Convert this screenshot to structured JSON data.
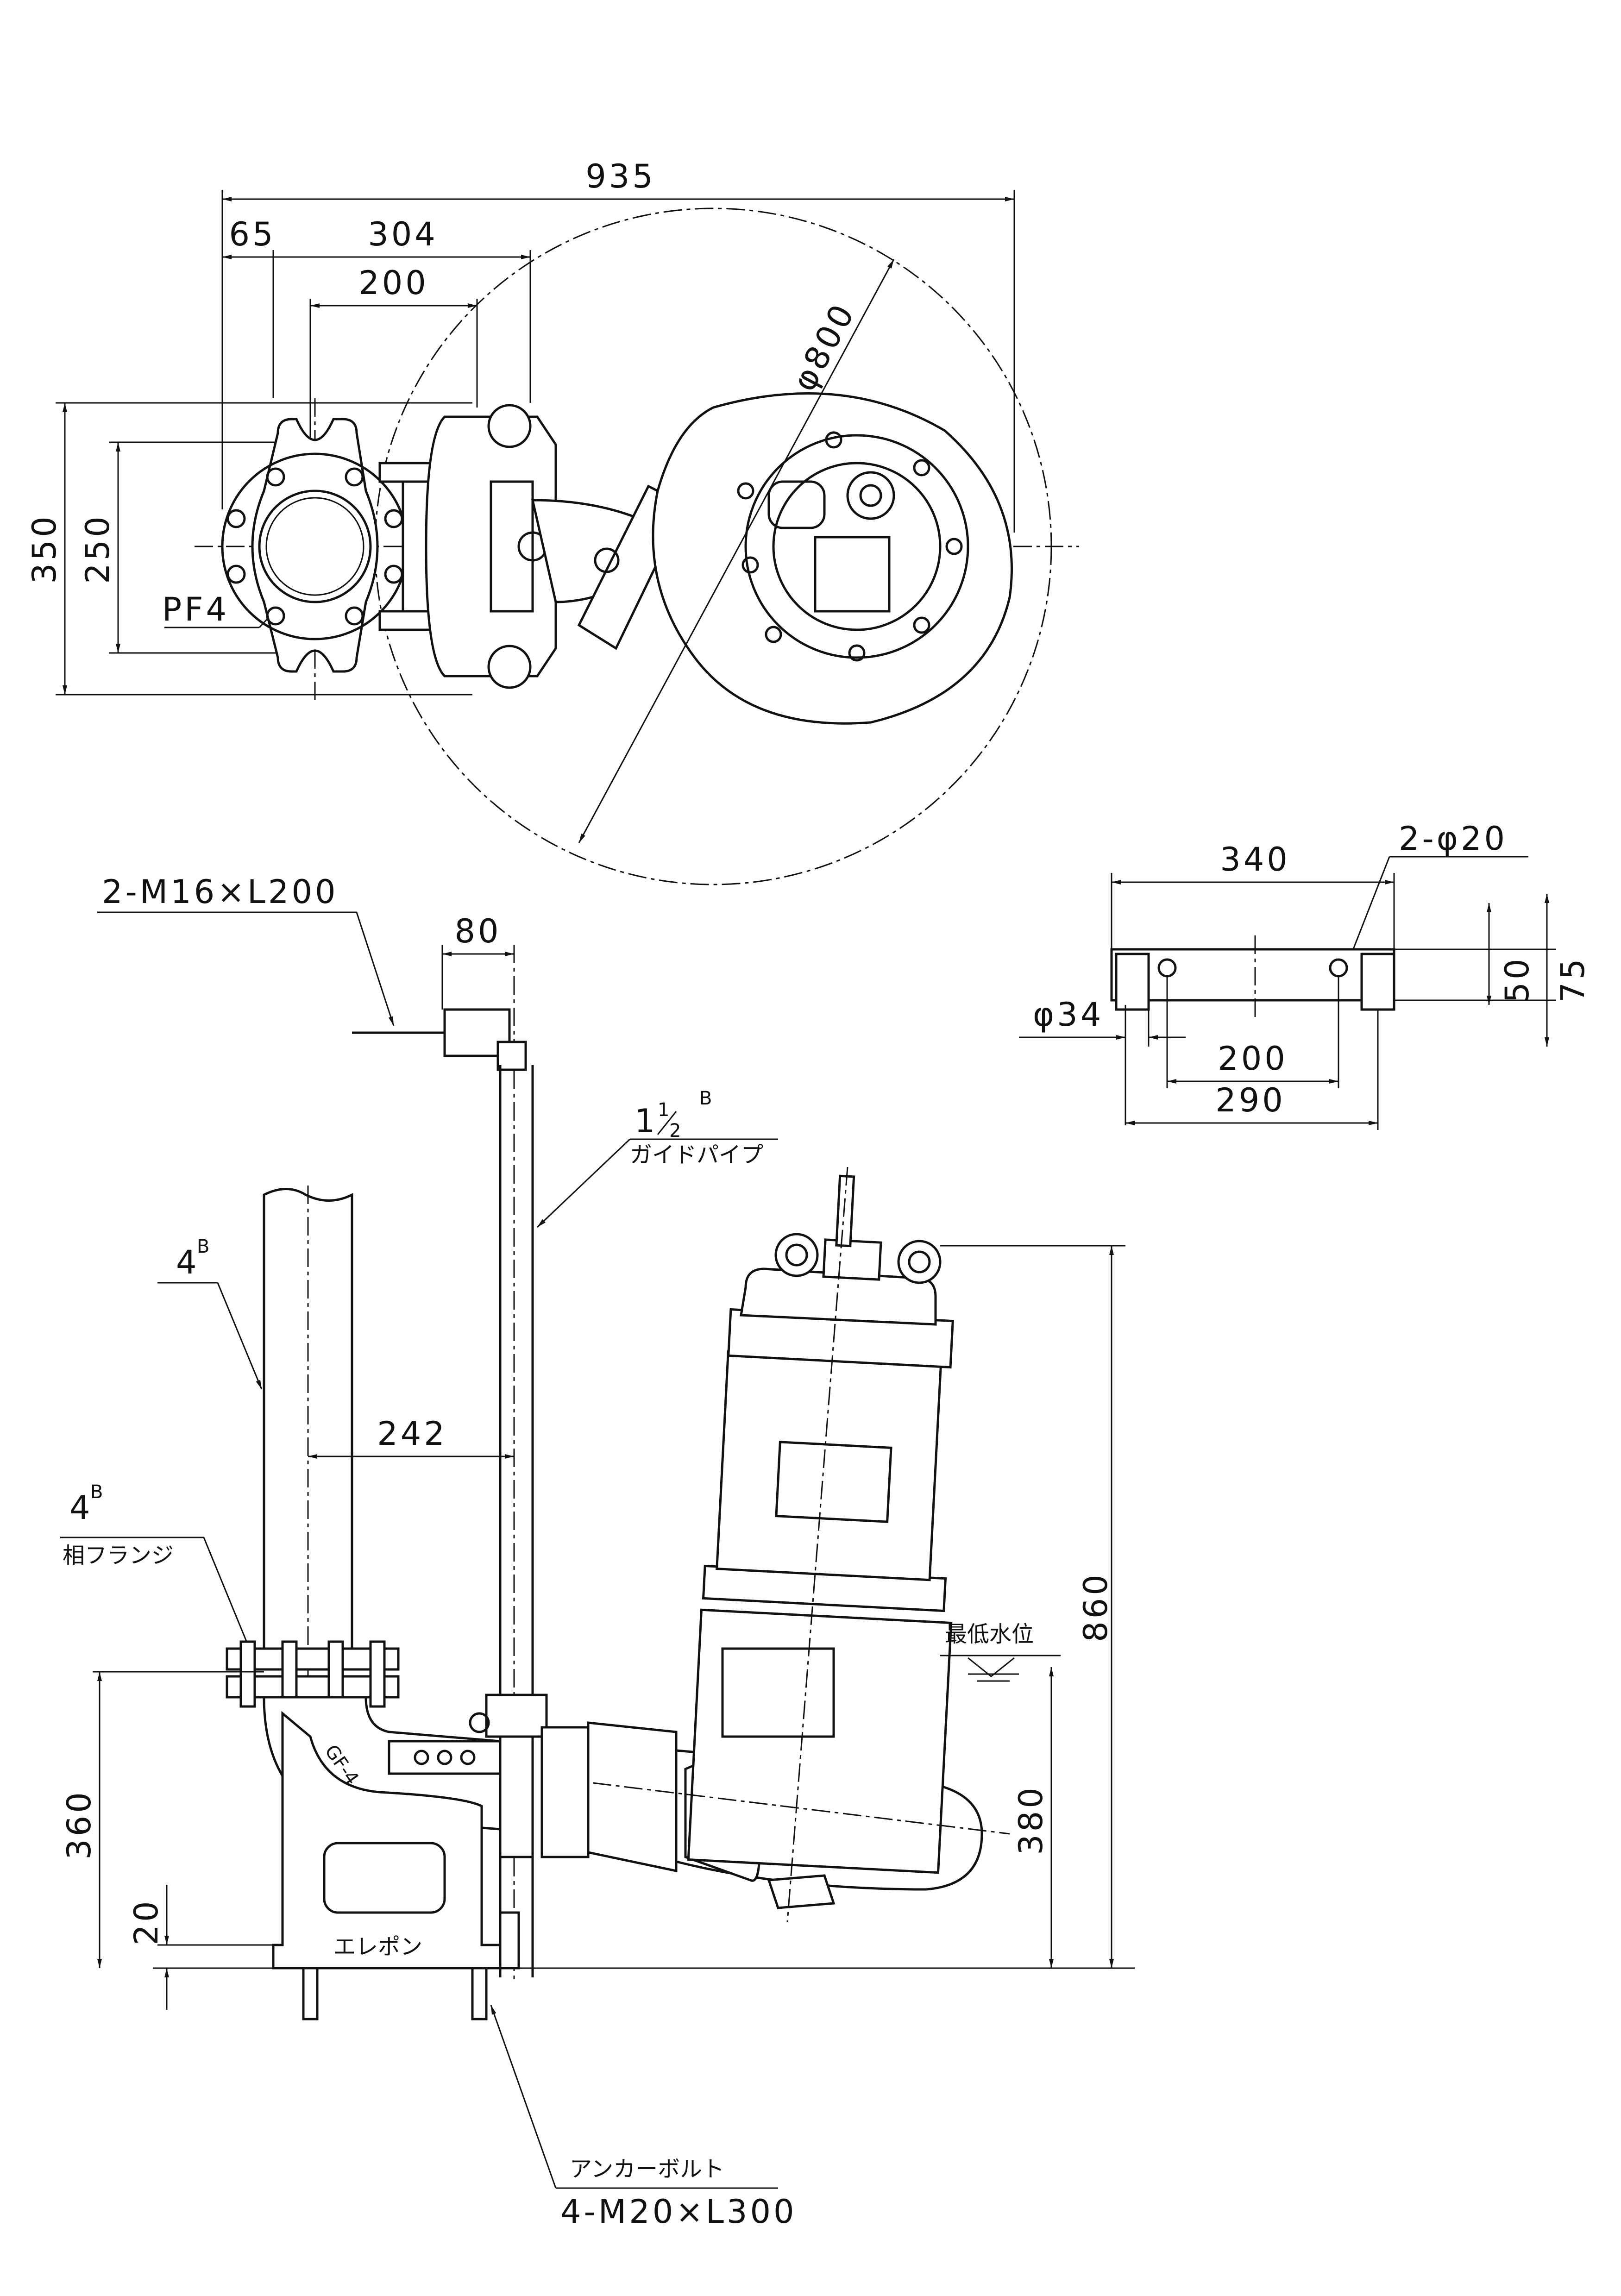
{
  "plan_view": {
    "dims": {
      "overall_width": "935",
      "offset": "65",
      "base_span": "304",
      "flange_pitch": "200",
      "guide_circle": "φ800",
      "height_outer": "350",
      "height_inner": "250",
      "flange_label": "PF4"
    }
  },
  "bracket_view": {
    "dims": {
      "holes": "2-φ20",
      "length": "340",
      "height_inner": "50",
      "height_outer": "75",
      "pipe_dia": "φ34",
      "hole_pitch": "200",
      "leg_span": "290"
    }
  },
  "elevation_view": {
    "labels": {
      "bolt_spec": "2-M16×L200",
      "bracket_width": "80",
      "guide_pipe_size": "1",
      "guide_pipe_fraction_num": "1",
      "guide_pipe_fraction_den": "2",
      "guide_pipe_unit": "B",
      "guide_pipe_name": "ガイドパイプ",
      "discharge_size": "4",
      "discharge_unit": "B",
      "flange_size": "4",
      "flange_unit": "B",
      "flange_name": "相フランジ",
      "pipe_offset": "242",
      "min_water_level": "最低水位",
      "overall_height": "860",
      "outlet_height": "360",
      "base_height": "20",
      "water_level_height": "380",
      "model_mark": "GF-4",
      "brand_mark": "エレポン",
      "anchor_name": "アンカーボルト",
      "anchor_spec": "4-M20×L300"
    }
  }
}
